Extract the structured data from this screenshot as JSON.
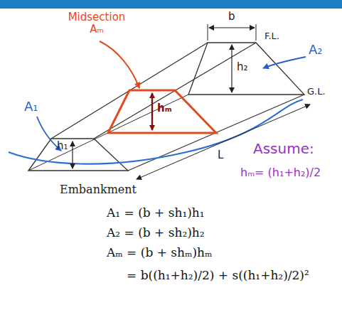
{
  "diagram": {
    "labels": [
      "Midsection Aₘ",
      "b",
      "F.L.",
      "A₂",
      "h₂",
      "A₁",
      "hₘ",
      "G.L.",
      "Assume:",
      "h₁",
      "L",
      "Embankment",
      "hₘ= (h₁+h₂)/2",
      "A₁ = (b + sh₁)h₁",
      "A₂ = (b + sh₂)h₂",
      "Aₘ = (b + shₘ)hₘ",
      "= b((h₁+h₂)/2) + s((h₁+h₂)/2)²"
    ]
  }
}
